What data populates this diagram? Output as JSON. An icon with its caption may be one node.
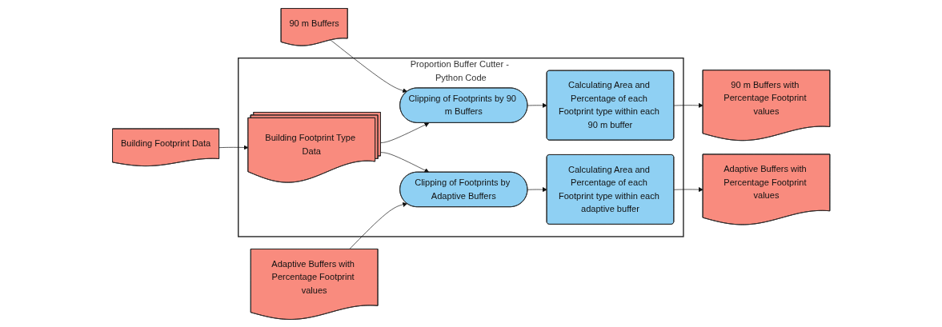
{
  "diagram": {
    "nodes": [
      {
        "text": [
          "Proportion Buffer Cutter - Python Code"
        ]
      },
      {
        "text": [
          "90 m Buffers"
        ]
      },
      {
        "text": [
          "Building Footprint Data"
        ]
      },
      {
        "text": [
          "Adaptive Buffers with Percentage Footprint values"
        ]
      },
      {
        "text": [
          "Building Footprint Type Data"
        ],
        "in": 0
      },
      {
        "text": [
          "Clipping of Footprints by 90 m Buffers"
        ],
        "in": 0
      },
      {
        "text": [
          "Calculating Area and Percentage of each Footprint type within each 90 m buffer"
        ],
        "in": 0
      },
      {
        "text": [
          "Clipping of Footprints by Adaptive Buffers"
        ],
        "in": 0
      },
      {
        "text": [
          "Calculating Area and Percentage of each Footprint type within each adaptive buffer"
        ],
        "in": 0
      },
      {
        "text": [
          "90 m Buffers with Percentage Footprint values"
        ]
      },
      {
        "text": [
          "Adaptive Buffers with Percentage Footprint values"
        ]
      }
    ],
    "edges": [
      {
        "from": 1,
        "to": 5,
        "arrow": "to"
      },
      {
        "from": 2,
        "to": 4,
        "arrow": "to"
      },
      {
        "from": 4,
        "to": 5,
        "arrow": "to"
      },
      {
        "from": 4,
        "to": 7,
        "arrow": "to"
      },
      {
        "from": 3,
        "to": 7,
        "arrow": "to"
      },
      {
        "from": 5,
        "to": 6,
        "arrow": "to"
      },
      {
        "from": 7,
        "to": 8,
        "arrow": "to"
      },
      {
        "from": 6,
        "to": 9,
        "arrow": "to"
      },
      {
        "from": 8,
        "to": 10,
        "arrow": "to"
      }
    ]
  }
}
